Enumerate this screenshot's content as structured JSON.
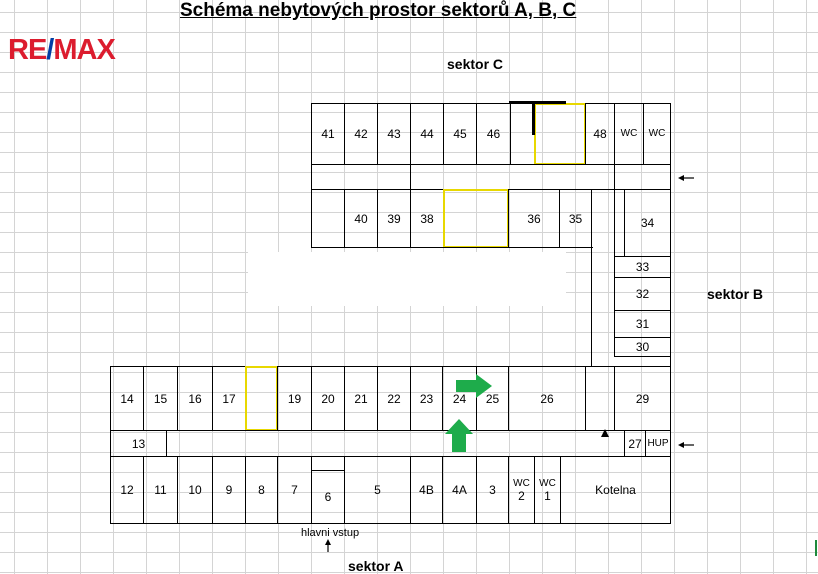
{
  "title": "Schéma nebytových prostor sektorů A, B, C",
  "logo": {
    "left": "RE",
    "slash": "/",
    "right": "MAX"
  },
  "colors": {
    "brand_red": "#dc1c2e",
    "brand_blue": "#003da5",
    "arrow_green": "#1eac4b",
    "highlight_yellow": "#e8d800",
    "grid": "#d4d4d4"
  },
  "sectors": {
    "a": "sektor A",
    "b": "sektor B",
    "c": "sektor C"
  },
  "entrance_label": "hlavni vstup",
  "rooms": {
    "r41": "41",
    "r42": "42",
    "r43": "43",
    "r44": "44",
    "r45": "45",
    "r46": "46",
    "r48": "48",
    "wc_c1": "WC",
    "wc_c2": "WC",
    "r40": "40",
    "r39": "39",
    "r38": "38",
    "r36": "36",
    "r35": "35",
    "r34": "34",
    "r33": "33",
    "r32": "32",
    "r31": "31",
    "r30": "30",
    "r29": "29",
    "r27": "27",
    "hup": "HUP",
    "r14": "14",
    "r15": "15",
    "r16": "16",
    "r17": "17",
    "r19": "19",
    "r20": "20",
    "r21": "21",
    "r22": "22",
    "r23": "23",
    "r24": "24",
    "r25": "25",
    "r26": "26",
    "r13": "13",
    "r12": "12",
    "r11": "11",
    "r10": "10",
    "r9": "9",
    "r8": "8",
    "r7": "7",
    "r6": "6",
    "r5": "5",
    "r4b": "4B",
    "r4a": "4A",
    "r3": "3",
    "r2_wc": "WC",
    "r2": "2",
    "r1_wc": "WC",
    "r1": "1",
    "kotelna": "Kotelna"
  },
  "arrows": {
    "icon_right": "arrow-right-icon",
    "icon_up": "arrow-up-icon",
    "icon_left": "arrow-left-icon"
  }
}
